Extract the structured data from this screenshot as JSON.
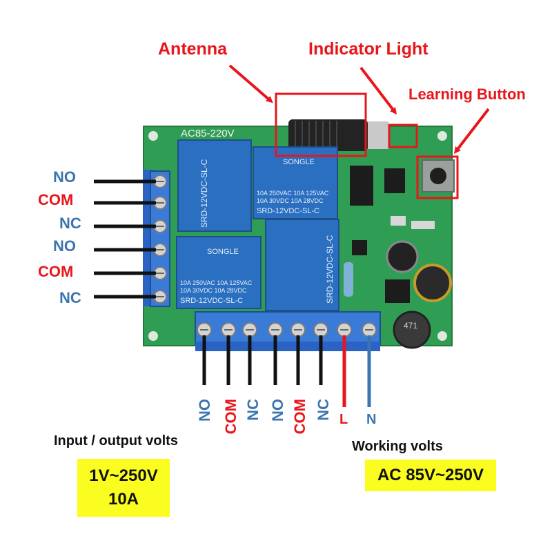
{
  "callouts": {
    "antenna": "Antenna",
    "indicator": "Indicator Light",
    "learning": "Learning Button"
  },
  "left_terminals": [
    "NO",
    "COM",
    "NC",
    "NO",
    "COM",
    "NC"
  ],
  "bottom_terminals": [
    "NO",
    "COM",
    "NC",
    "NO",
    "COM",
    "NC",
    "L",
    "N"
  ],
  "board": {
    "power_text": "AC85-220V",
    "relay_brand": "SONGLE",
    "relay_model": "SRD-12VDC-SL-C",
    "relay_rating_1": "10A 250VAC 10A 125VAC",
    "relay_rating_2": "10A 30VDC 10A 28VDC",
    "inductor_code": "471"
  },
  "io_volts": {
    "title": "Input / output volts",
    "line1": "1V~250V",
    "line2": "10A"
  },
  "working_volts": {
    "title": "Working volts",
    "value": "AC 85V~250V"
  },
  "colors": {
    "red": "#e8161b",
    "blue": "#3a75b0",
    "board_green": "#2f9e54",
    "relay_blue": "#2a6fc0",
    "highlight_yellow": "#fbfd21"
  }
}
